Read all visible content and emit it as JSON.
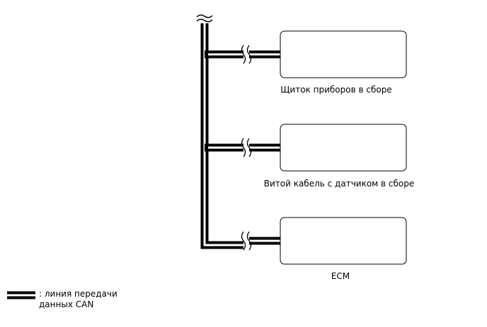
{
  "diagram": {
    "components": [
      {
        "label": "Щиток приборов в сборе"
      },
      {
        "label": "Витой кабель с датчиком в сборе"
      },
      {
        "label": "ECM"
      }
    ],
    "legend": {
      "line1": ": линия передачи",
      "line2": "данных CAN"
    }
  },
  "colors": {
    "line": "#000000",
    "box_stroke": "#000000",
    "background": "#ffffff"
  }
}
